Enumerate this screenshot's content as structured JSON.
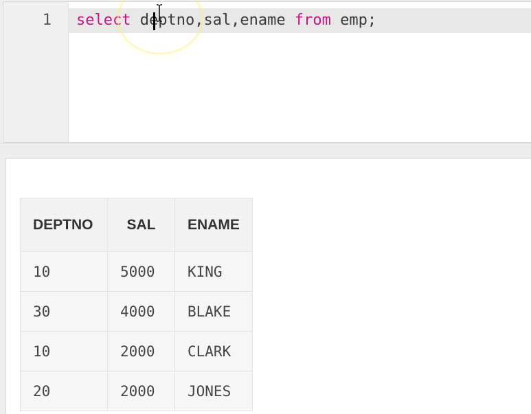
{
  "editor": {
    "line_number": "1",
    "code": {
      "kw_select": "select",
      "columns": "deptno,sal,ename",
      "kw_from": "from",
      "table": "emp;"
    }
  },
  "results": {
    "headers": [
      "DEPTNO",
      "SAL",
      "ENAME"
    ],
    "rows": [
      [
        "10",
        "5000",
        "KING"
      ],
      [
        "30",
        "4000",
        "BLAKE"
      ],
      [
        "10",
        "2000",
        "CLARK"
      ],
      [
        "20",
        "2000",
        "JONES"
      ]
    ]
  },
  "colors": {
    "keyword": "#c71585",
    "text": "#3a3a3a",
    "gutter": "#f0f0f0"
  },
  "icons": [
    "ibeam-cursor-icon"
  ]
}
